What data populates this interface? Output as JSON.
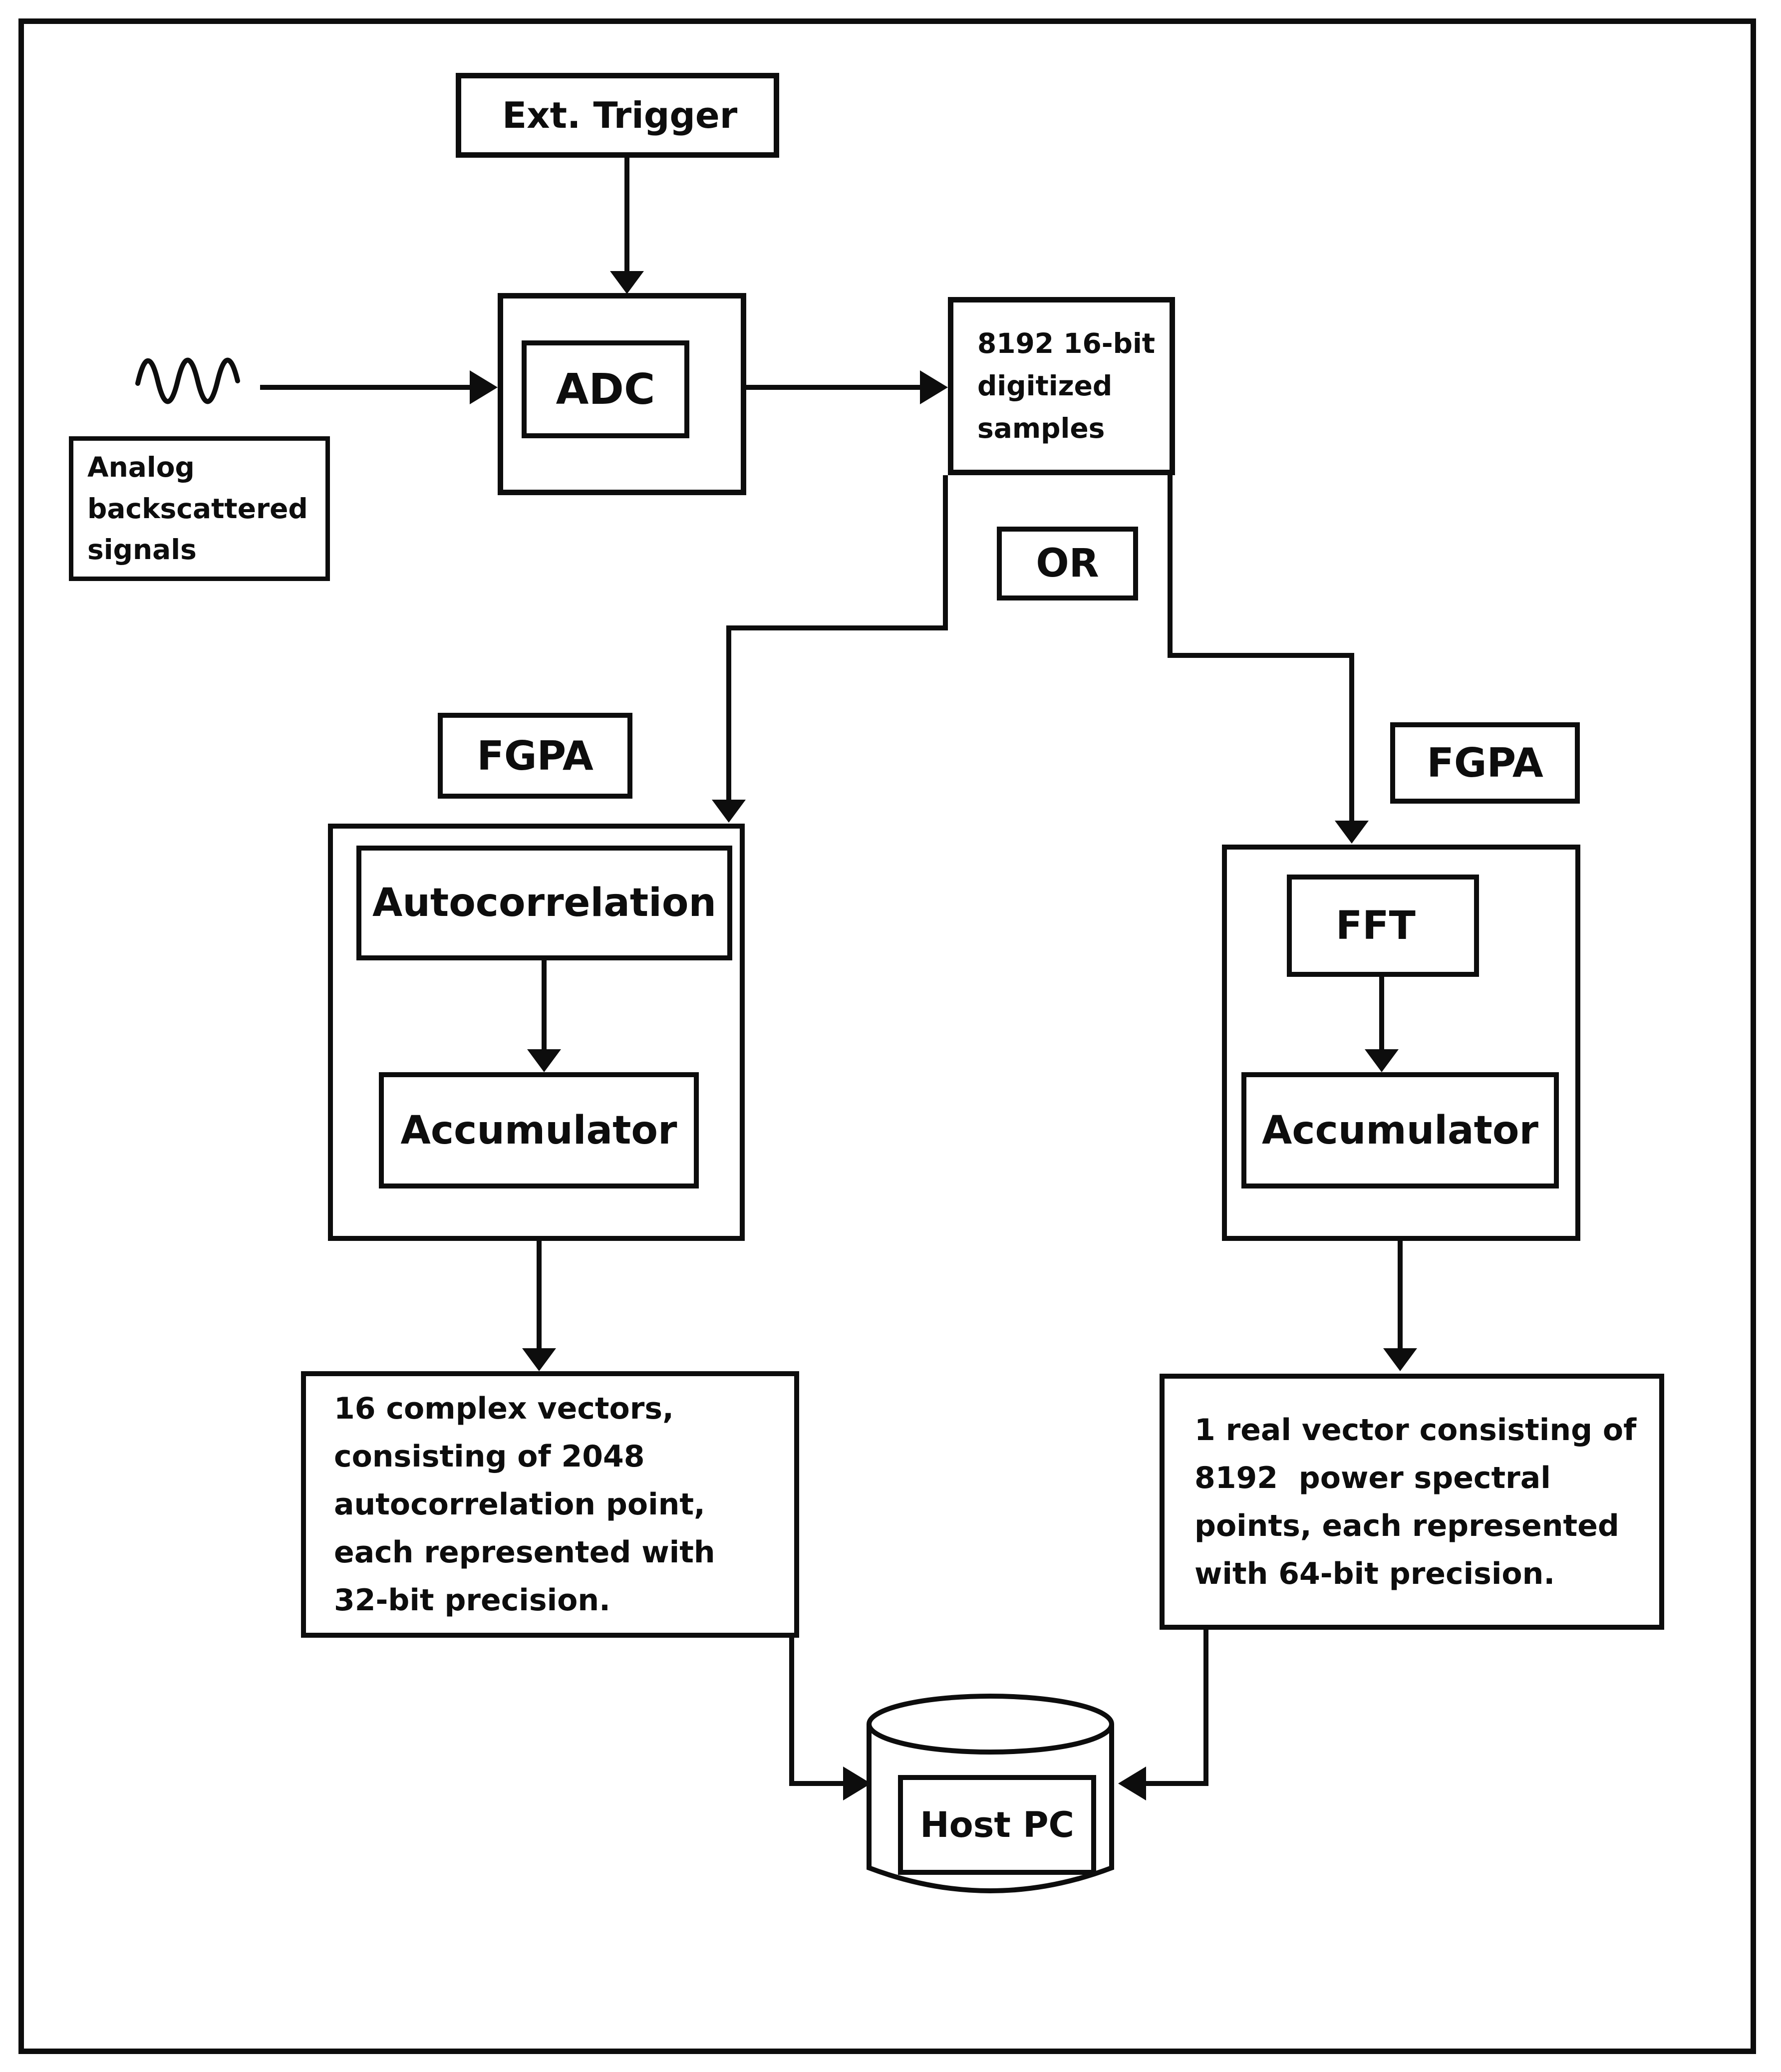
{
  "colors": {
    "ink": "#0d0d0d",
    "paper": "#ffffff"
  },
  "diagram": {
    "nodes": {
      "ext_trigger": {
        "label": "Ext. Trigger"
      },
      "adc": {
        "label": "ADC"
      },
      "analog_signals": {
        "lines": [
          "Analog",
          "backscattered",
          "signals"
        ]
      },
      "digitized_samples": {
        "lines": [
          "8192 16-bit",
          "digitized",
          "samples"
        ]
      },
      "or_gate": {
        "label": "OR"
      },
      "fpga_left": {
        "label": "FGPA"
      },
      "autocorrelation": {
        "label": "Autocorrelation"
      },
      "accumulator_left": {
        "label": "Accumulator"
      },
      "fpga_right": {
        "label": "FGPA"
      },
      "fft": {
        "label": "FFT"
      },
      "accumulator_right": {
        "label": "Accumulator"
      },
      "output_left": {
        "lines": [
          "16 complex vectors,",
          "consisting of 2048",
          "autocorrelation point,",
          "each represented with",
          "32-bit precision."
        ]
      },
      "output_right": {
        "lines": [
          "1 real vector consisting of",
          "8192  power spectral",
          "points, each represented",
          "with 64-bit precision."
        ]
      },
      "host_pc": {
        "label": "Host PC"
      }
    }
  }
}
